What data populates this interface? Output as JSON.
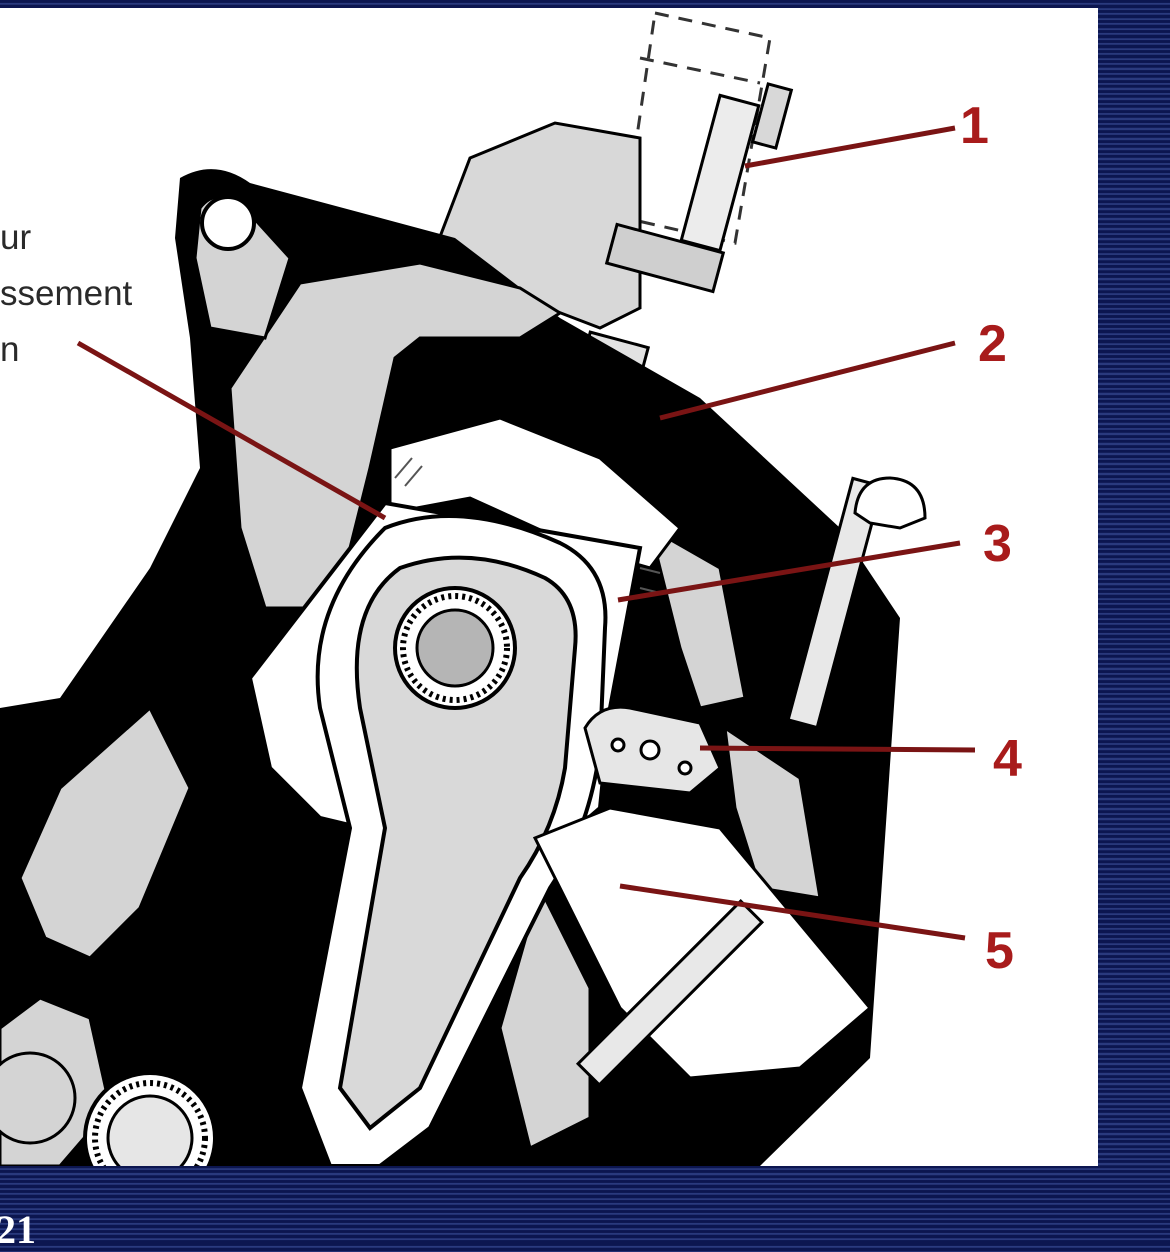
{
  "diagram": {
    "side_note": [
      "ur",
      "ssement",
      "n"
    ],
    "callouts": [
      {
        "number": "1"
      },
      {
        "number": "2"
      },
      {
        "number": "3"
      },
      {
        "number": "4"
      },
      {
        "number": "5"
      }
    ]
  },
  "slide_number": "21",
  "colors": {
    "background": "#0b1448",
    "panel": "#ffffff",
    "callout": "#a81b1b",
    "engine_fill": "#d6d6d6",
    "engine_outline": "#000000"
  }
}
